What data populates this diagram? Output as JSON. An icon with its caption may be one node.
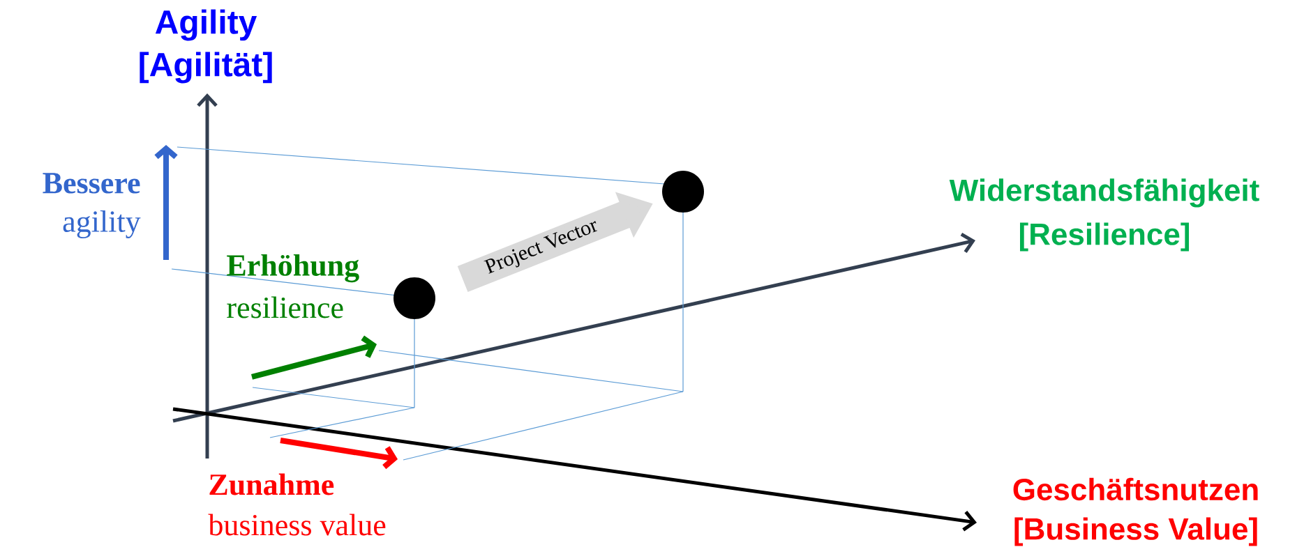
{
  "diagram": {
    "nodes": [
      {
        "text": [],
        "shape": "circle"
      },
      {
        "text": [],
        "shape": "circle"
      }
    ],
    "edges": [
      {
        "from": 0,
        "to": 1,
        "arrow": "to",
        "label": "Project Vector"
      }
    ],
    "labels": [
      "Agility",
      "[Agilität]",
      "Bessere",
      "agility",
      "Widerstandsfähigkeit",
      "[Resilience]",
      "Erhöhung",
      "resilience",
      "Zunahme",
      "business value",
      "Geschäftsnutzen",
      "[Business Value]"
    ]
  }
}
